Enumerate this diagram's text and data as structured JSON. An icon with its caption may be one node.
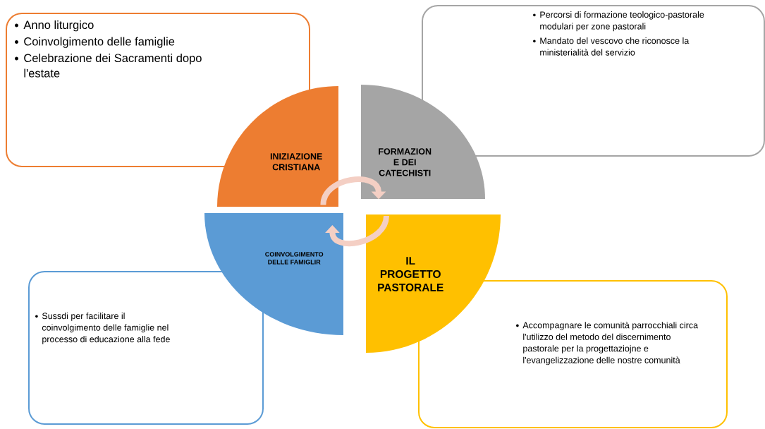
{
  "diagram": {
    "nodes": [
      {
        "text": [
          "Anno liturgico",
          "Coinvolgimento delle famiglie",
          "Celebrazione dei Sacramenti dopo l'estate"
        ]
      },
      {
        "text": [
          "Percorsi di formazione teologico-pastorale modulari per zone pastorali",
          "Mandato del vescovo che riconosce la ministerialità del servizio"
        ]
      },
      {
        "text": [
          "Accompagnare le comunità parrocchiali circa l'utilizzo del metodo del discernimento pastorale per la progettaziojne  e l'evangelizzazione delle nostre comunità"
        ]
      },
      {
        "text": [
          "Sussdi per facilitare il coinvolgimento delle famiglie nel processo di educazione alla fede"
        ]
      },
      {
        "text": [
          "INIZIAZIONE CRISTIANA"
        ]
      },
      {
        "text": [
          "FORMAZION E DEI CATECHISTI"
        ]
      },
      {
        "text": [
          "IL PROGETTO PASTORALE"
        ]
      },
      {
        "text": [
          "COINVOLGIMENTO DELLE FAMIGLIR"
        ]
      }
    ],
    "edges": [
      {
        "from": 4,
        "to": 5,
        "arrow": "to"
      },
      {
        "from": 6,
        "to": 7,
        "arrow": "to"
      }
    ]
  }
}
